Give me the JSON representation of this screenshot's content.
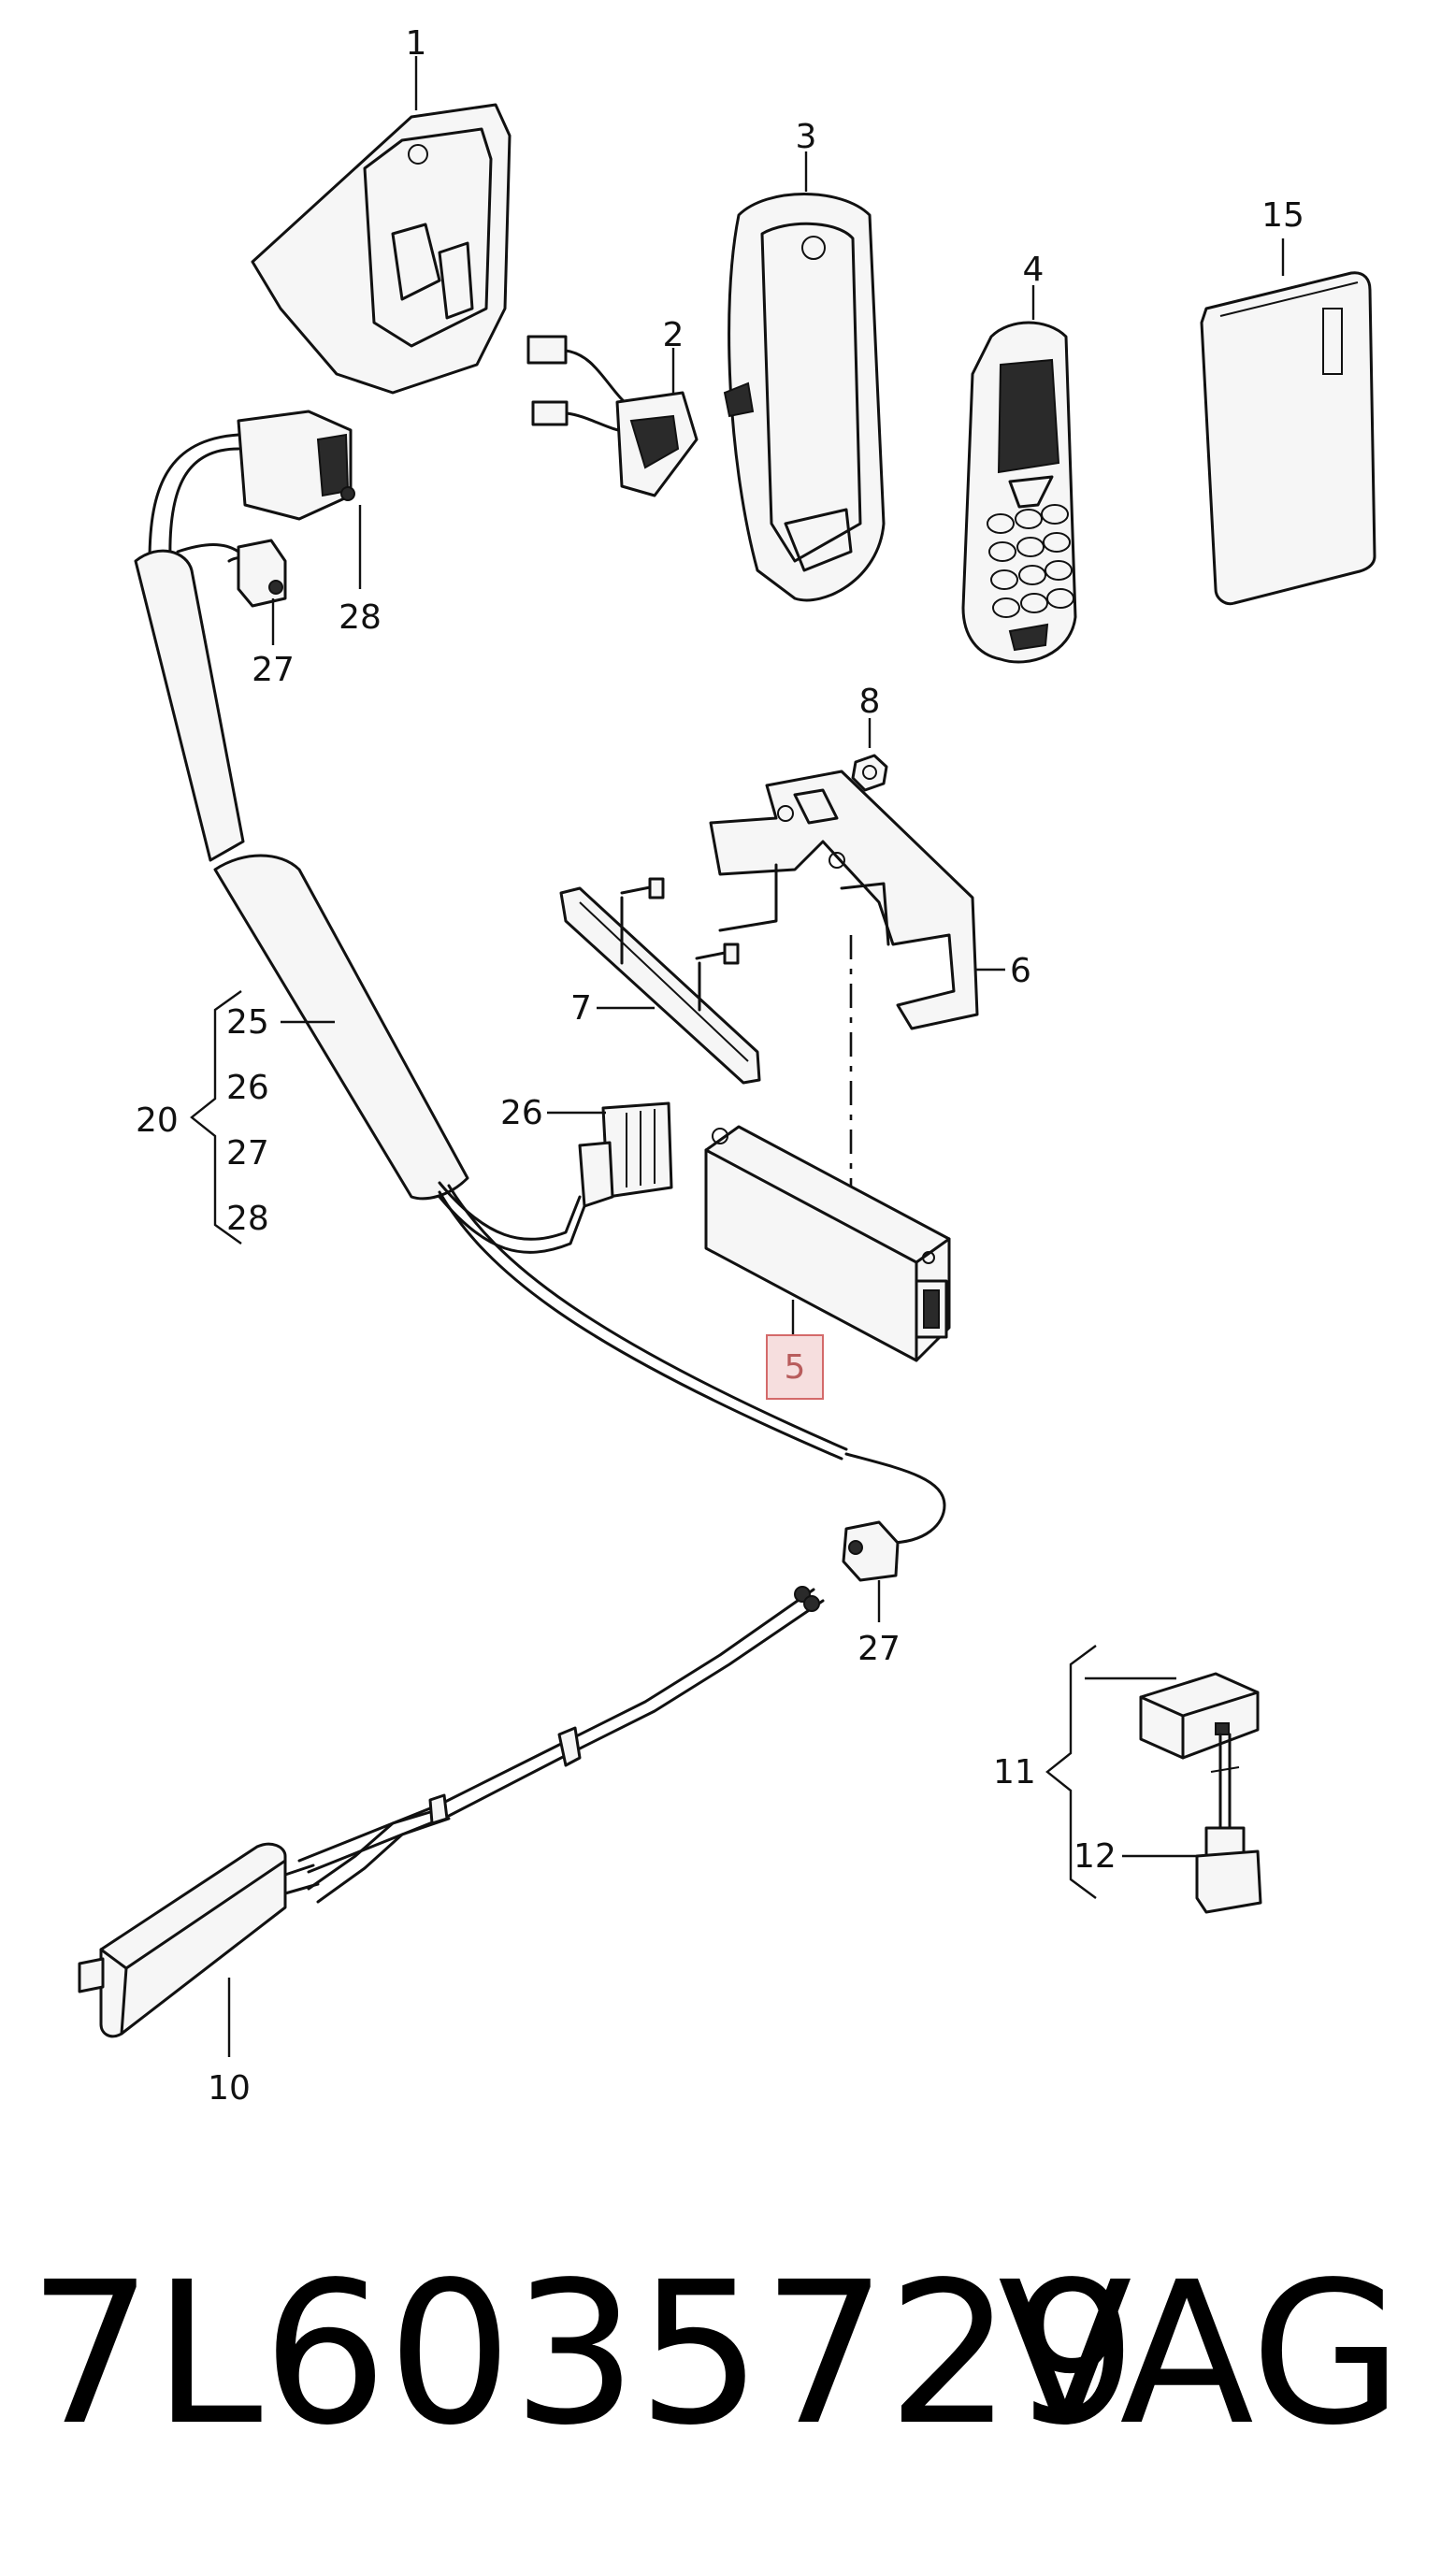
{
  "callouts": {
    "c1": "1",
    "c2": "2",
    "c3": "3",
    "c4": "4",
    "c15": "15",
    "c28": "28",
    "c27a": "27",
    "c8": "8",
    "c6": "6",
    "c7": "7",
    "c25": "25",
    "c26a": "26",
    "c20": "20",
    "c27b": "27",
    "c28b": "28",
    "c26b": "26",
    "c5": "5",
    "c27c": "27",
    "c11": "11",
    "c12": "12",
    "c10": "10"
  },
  "highlight": {
    "label": "5",
    "color": "#d46a6a"
  },
  "footer": {
    "part_number": "7L6035729",
    "brand": "VAG"
  }
}
